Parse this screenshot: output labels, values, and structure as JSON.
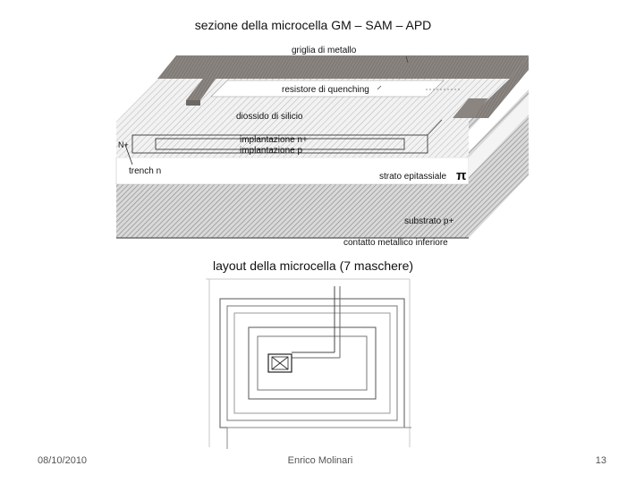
{
  "slide": {
    "title": "sezione della microcella GM – SAM – APD",
    "subtitle": "layout della microcella (7 maschere)"
  },
  "cross_section": {
    "labels": {
      "metal_grid": "griglia di metallo",
      "quenching_resistor": "resistore di quenching",
      "silicon_dioxide": "diossido di silicio",
      "implant_n": "implantazione n+",
      "implant_p": "implantazione p",
      "n_plus": "N+",
      "trench": "trench n",
      "epitaxial": "strato epitassiale",
      "pi_symbol": "π",
      "substrate": "substrato p+",
      "back_contact": "contatto metallico inferiore"
    }
  },
  "footer": {
    "date": "08/10/2010",
    "author": "Enrico Molinari",
    "page": "13"
  },
  "colors": {
    "metal": "#8a8580",
    "hatch_dark": "#9a9a9a",
    "hatch_light": "#c8c8c8",
    "line": "#222222"
  }
}
